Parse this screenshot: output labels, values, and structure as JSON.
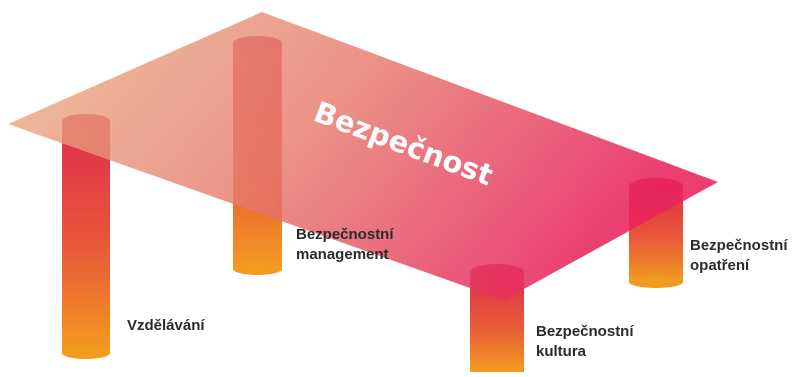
{
  "platform": {
    "title": "Bezpečnost"
  },
  "pillars": [
    {
      "id": "vzdelavani",
      "label_lines": [
        "Vzdělávání"
      ]
    },
    {
      "id": "management",
      "label_lines": [
        "Bezpečnostní",
        "management"
      ]
    },
    {
      "id": "kultura",
      "label_lines": [
        "Bezpečnostní",
        "kultura"
      ]
    },
    {
      "id": "opatreni",
      "label_lines": [
        "Bezpečnostní",
        "opatření"
      ]
    }
  ],
  "colors": {
    "platform_left": "#e8a67a",
    "platform_right": "#e8245a",
    "pillar_top": "#e0304a",
    "pillar_bottom": "#f39222"
  }
}
